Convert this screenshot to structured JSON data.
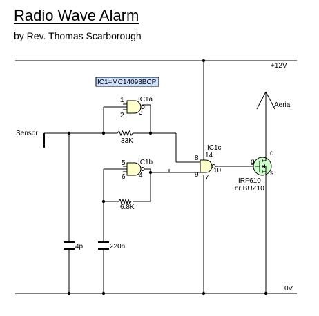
{
  "header": {
    "title": "Radio Wave Alarm",
    "subtitle": "by Rev. Thomas Scarborough"
  },
  "colors": {
    "wire": "#000000",
    "gate_fill": "#ffffcc",
    "mosfet_fill": "#ccffcc",
    "ic_label_fill": "#cce0ff"
  },
  "circuit": {
    "ic_label": "IC1=MC14093BCP",
    "rails": {
      "supply": "+12V",
      "ground": "0V"
    },
    "sensor": "Sensor",
    "aerial": "Aerial",
    "gates": {
      "ic1a": {
        "name": "IC1a",
        "pin_in1": "1",
        "pin_in2": "2",
        "pin_out": "3"
      },
      "ic1b": {
        "name": "IC1b",
        "pin_in1": "5",
        "pin_in2": "6",
        "pin_out": "4"
      },
      "ic1c": {
        "name": "IC1c",
        "pin_in1": "8",
        "pin_in2": "9",
        "pin_out": "10",
        "pin_vdd": "14",
        "pin_vss": "7"
      }
    },
    "resistors": {
      "r1": "33K",
      "r2": "6.8K"
    },
    "capacitors": {
      "c1": "4p",
      "c2": "220n"
    },
    "mosfet": {
      "model_line1": "IRF610",
      "model_line2": "or BUZ10",
      "gate": "g",
      "drain": "d",
      "source": "s"
    }
  }
}
